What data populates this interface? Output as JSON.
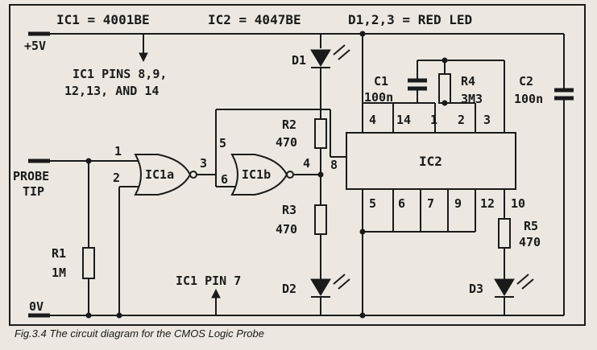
{
  "header": {
    "ic1": "IC1 = 4001BE",
    "ic2": "IC2 = 4047BE",
    "leds": "D1,2,3 = RED LED"
  },
  "supply": {
    "plus": "+5V",
    "zero": "0V"
  },
  "note": {
    "line1": "IC1 PINS 8,9,",
    "line2": "12,13, AND 14"
  },
  "probe": {
    "line1": "PROBE",
    "line2": "TIP"
  },
  "gates": {
    "a": "IC1a",
    "b": "IC1b"
  },
  "ic2": {
    "label": "IC2",
    "top_pins": [
      "4",
      "14",
      "1",
      "2",
      "3"
    ],
    "bottom_pins": [
      "5",
      "6",
      "7",
      "9",
      "12",
      "10"
    ],
    "side_pin": "8"
  },
  "pins": {
    "g_in1": "1",
    "g_in2": "2",
    "g_out_a": "3",
    "g_in_b1": "5",
    "g_in_b2": "6",
    "g_out_b": "4"
  },
  "components": {
    "r1": {
      "name": "R1",
      "value": "1M"
    },
    "r2": {
      "name": "R2",
      "value": "470"
    },
    "r3": {
      "name": "R3",
      "value": "470"
    },
    "r4": {
      "name": "R4",
      "value": "3M3"
    },
    "r5": {
      "name": "R5",
      "value": "470"
    },
    "c1": {
      "name": "C1",
      "value": "100n"
    },
    "c2": {
      "name": "C2",
      "value": "100n"
    },
    "d1": "D1",
    "d2": "D2",
    "d3": "D3"
  },
  "pin7": "IC1 PIN 7",
  "caption": "Fig.3.4  The circuit diagram for the CMOS Logic Probe"
}
